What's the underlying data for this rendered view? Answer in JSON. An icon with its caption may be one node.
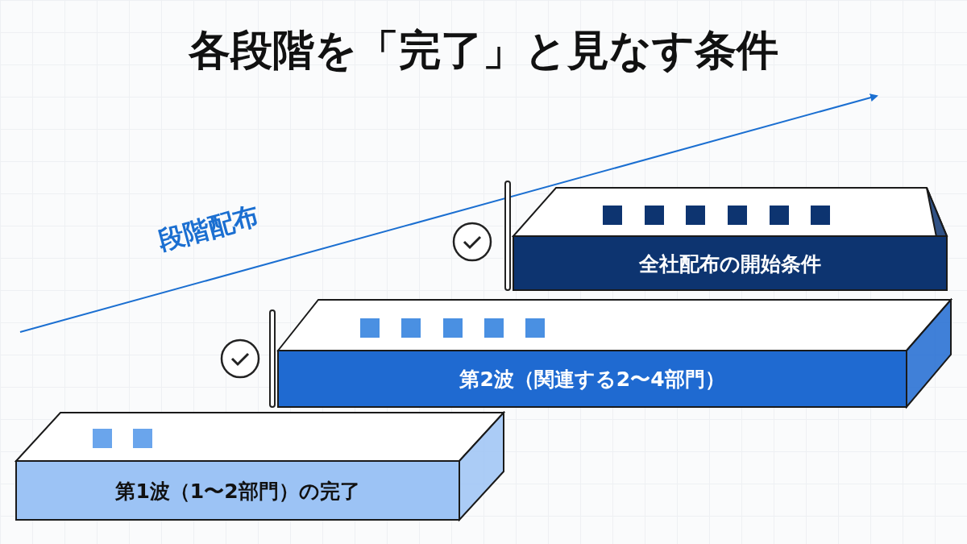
{
  "diagram": {
    "title": "各段階を「完了」と見なす条件",
    "nodes": [
      {
        "text": [
          "第1波（1〜2部門）の完了"
        ]
      },
      {
        "text": [
          "第2波（関連する2〜4部門）"
        ]
      },
      {
        "text": [
          "全社配布の開始条件"
        ]
      }
    ],
    "labels": [
      "段階配布"
    ]
  }
}
